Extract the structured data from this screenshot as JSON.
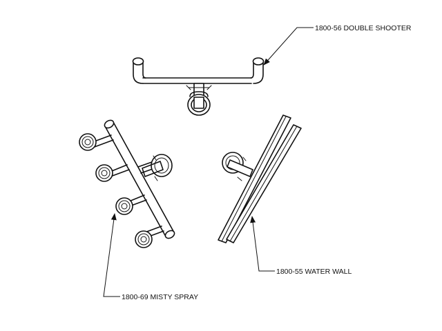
{
  "labels": {
    "double_shooter": "1800-56 DOUBLE SHOOTER",
    "water_wall": "1800-55 WATER WALL",
    "misty_spray": "1800-69 MISTY SPRAY"
  }
}
